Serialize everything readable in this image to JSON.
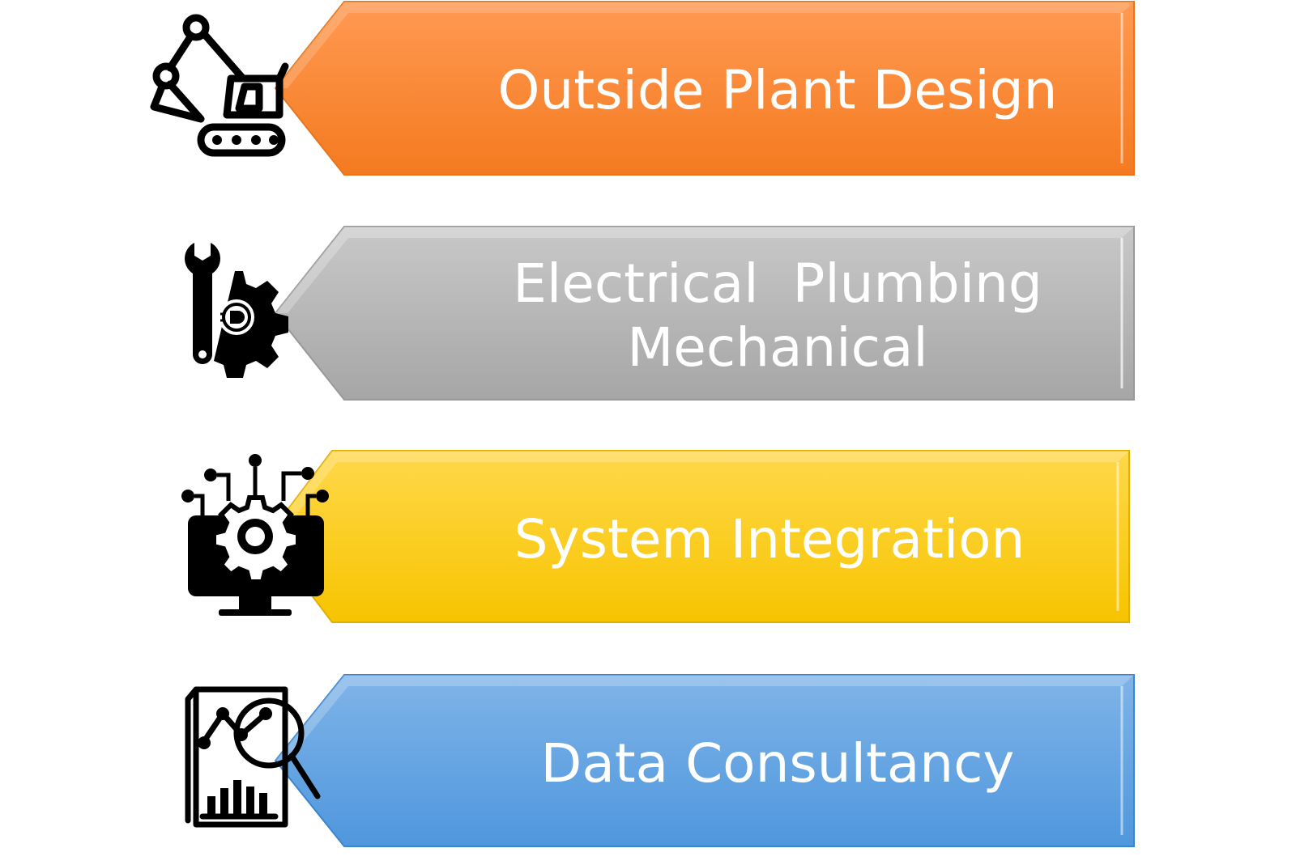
{
  "items": [
    {
      "label": "Outside Plant Design",
      "color_top": "#ff9a52",
      "color_bottom": "#f47a20",
      "icon": "excavator-icon"
    },
    {
      "label": "Electrical  Plumbing\nMechanical",
      "color_top": "#c8c8c8",
      "color_bottom": "#a6a6a6",
      "icon": "wrench-gear-icon"
    },
    {
      "label": "System Integration",
      "color_top": "#ffd84a",
      "color_bottom": "#f7c400",
      "icon": "computer-gear-icon"
    },
    {
      "label": "Data Consultancy",
      "color_top": "#7fb4e8",
      "color_bottom": "#4f97dd",
      "icon": "data-analysis-icon"
    }
  ]
}
